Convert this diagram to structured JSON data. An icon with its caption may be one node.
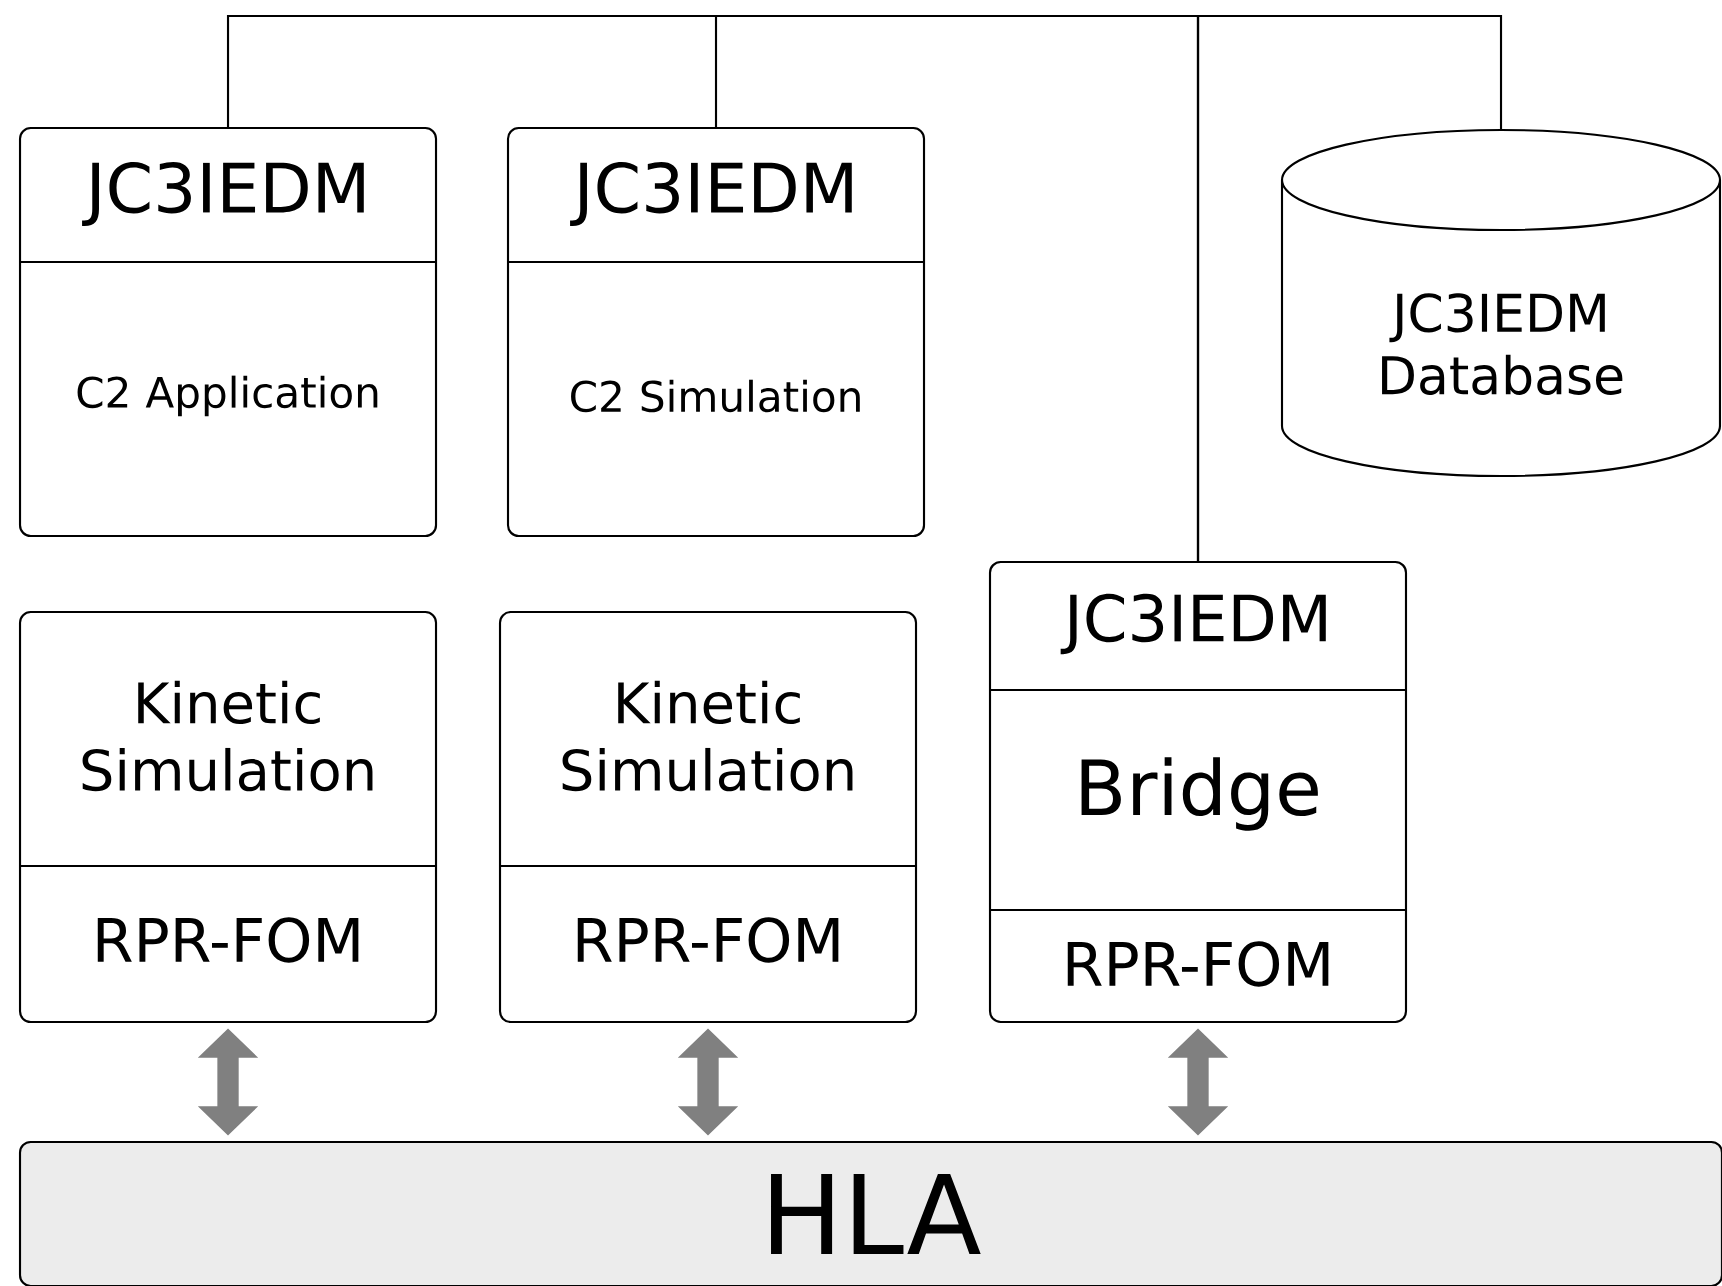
{
  "diagram": {
    "nodes": [
      {
        "text": [
          "JC3IEDM",
          "C2 Application"
        ]
      },
      {
        "text": [
          "JC3IEDM",
          "C2 Simulation"
        ]
      },
      {
        "text": [
          "JC3IEDM Database"
        ]
      },
      {
        "text": [
          "Kinetic Simulation",
          "RPR-FOM"
        ]
      },
      {
        "text": [
          "Kinetic Simulation",
          "RPR-FOM"
        ]
      },
      {
        "text": [
          "JC3IEDM",
          "Bridge",
          "RPR-FOM"
        ]
      },
      {
        "text": [
          "HLA"
        ]
      }
    ],
    "edges": [
      {
        "from": 0,
        "to": 5,
        "arrow": "none"
      },
      {
        "from": 1,
        "to": 5,
        "arrow": "none"
      },
      {
        "from": 2,
        "to": 5,
        "arrow": "none"
      },
      {
        "from": 3,
        "to": 6,
        "arrow": "both",
        "style": "thick",
        "color": "#808080"
      },
      {
        "from": 4,
        "to": 6,
        "arrow": "both",
        "style": "thick",
        "color": "#808080"
      },
      {
        "from": 5,
        "to": 6,
        "arrow": "both",
        "style": "thick",
        "color": "#808080"
      }
    ]
  }
}
